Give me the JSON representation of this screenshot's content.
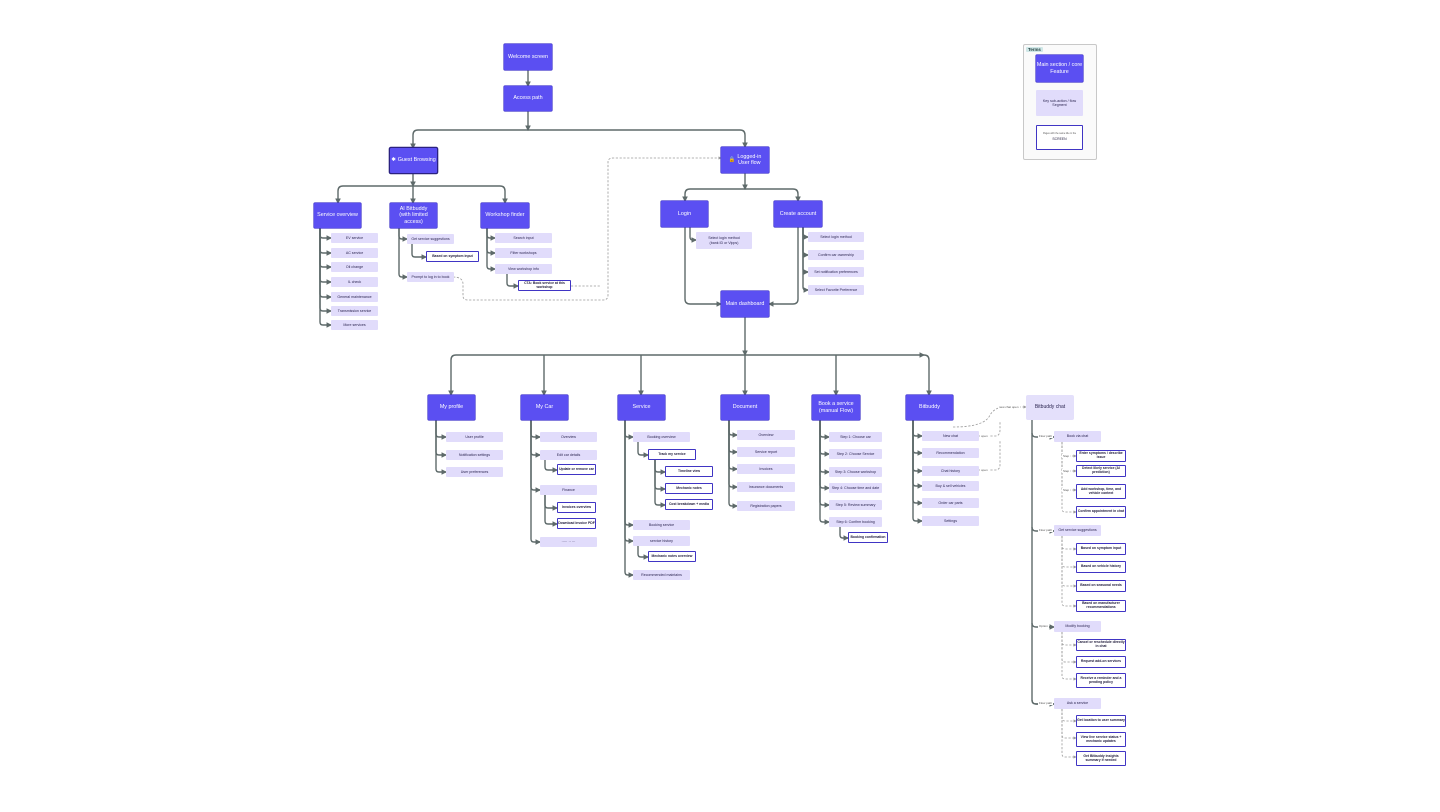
{
  "colors": {
    "main": "#5b4ff2",
    "sub": "#e1dcfb",
    "screen_border": "#4035c4",
    "connector": "#5e6a6a",
    "dashed": "#9a9a9a"
  },
  "legend": {
    "title": "Terms",
    "items": [
      {
        "type": "main",
        "label": "Main section / core\nFeature"
      },
      {
        "type": "sub",
        "label": "Key sub-action / flow\nSegment"
      },
      {
        "type": "screen",
        "note": "Pages with the same title in the",
        "label": "SCREEN"
      }
    ]
  },
  "top": {
    "welcome": "Welcome screen",
    "access": "Access path"
  },
  "guest": {
    "title": "Guest Browsing",
    "service_overview": {
      "title": "Service overview",
      "items": [
        "EV service",
        "AC service",
        "Oil change",
        "IL check",
        "General maintenance",
        "Transmission service",
        "More services"
      ]
    },
    "ai": {
      "title": "AI Bitbuddy\n(with limited access)",
      "items": [
        "Get service suggestions",
        "Prompt to log in to book"
      ],
      "screens": [
        "Based on symptom input"
      ]
    },
    "finder": {
      "title": "Workshop finder",
      "items": [
        "Search input",
        "Filter workshops",
        "View workshop info"
      ],
      "screens": [
        "CTA: Book service at this workshop"
      ]
    }
  },
  "user": {
    "title": "Logged-in\nUser flow",
    "login": {
      "title": "Login",
      "items": [
        "Select login method\n(bank ID or Vipps)"
      ]
    },
    "create": {
      "title": "Create account",
      "items": [
        "Select login method",
        "Confirm car ownership",
        "Set notification preferences",
        "Select Favorite Preference"
      ]
    },
    "dashboard": "Main dashboard"
  },
  "sections": {
    "profile": {
      "title": "My profile",
      "items": [
        "User profile",
        "Notification settings",
        "User preferences"
      ]
    },
    "car": {
      "title": "My Car",
      "items": [
        "Overview",
        "Edit car details",
        "Finance",
        "····· ·· ···"
      ],
      "screens": [
        "Update or remove car",
        "Invoices overview",
        "Download invoice PDF"
      ]
    },
    "service": {
      "title": "Service",
      "items": [
        "Booking overview",
        "Booking service",
        "service history",
        "Recommended maintains"
      ],
      "screens": [
        "Track my service",
        "Timeline view",
        "Mechanic notes",
        "Cost breakdown + media",
        "Mechanic notes overview"
      ]
    },
    "document": {
      "title": "Document",
      "items": [
        "Overview",
        "Service report",
        "Invoices",
        "Insurance documents",
        "Registration papers"
      ]
    },
    "booking": {
      "title": "Book a service\n(manual Flow)",
      "items": [
        "Step 1: Choose car",
        "Step 2: Choose Service",
        "Step 3: Choose workshop",
        "Step 4: Choose time and date",
        "Step 5: Review summary",
        "Step 6: Confirm booking"
      ],
      "screens": [
        "Booking confirmation"
      ]
    },
    "bitbuddy": {
      "title": "Bitbuddy",
      "items": [
        "New chat",
        "Recommendation",
        "Chat history",
        "Buy & sell vehicles",
        "Order car parts",
        "Settings"
      ]
    }
  },
  "chat": {
    "title": "Bitbuddy chat",
    "edge_labels": {
      "in": "new chat open",
      "new_chat": "open",
      "history": "open"
    },
    "groups": [
      {
        "tag": "Flow path",
        "title": "Book via chat",
        "steps": [
          "Enter symptoms / describe issue",
          "Detect likely service (AI prediction)",
          "Add workshop, time, and vehicle context",
          "Confirm appointment in chat"
        ],
        "step_tags": [
          "Step",
          "Step",
          "Step",
          ""
        ]
      },
      {
        "tag": "Flow path",
        "title": "Get service suggestions",
        "steps": [
          "Based on symptom input",
          "Based on vehicle history",
          "Based on seasonal needs",
          "Based on manufacturer recommendations"
        ],
        "step_tags": [
          "",
          "",
          "",
          ""
        ]
      },
      {
        "tag": "Option",
        "title": "Modify booking",
        "steps": [
          "Cancel or reschedule directly in chat",
          "Request add-on services",
          "Receive a reminder and a pending policy"
        ],
        "step_tags": [
          "",
          "",
          ""
        ]
      },
      {
        "tag": "Flow path",
        "title": "Ask a service",
        "steps": [
          "Get location to user summary",
          "View live service status + mechanic updates",
          "Get Bitbuddy insights summary if needed"
        ],
        "step_tags": [
          "",
          "",
          ""
        ]
      }
    ]
  }
}
